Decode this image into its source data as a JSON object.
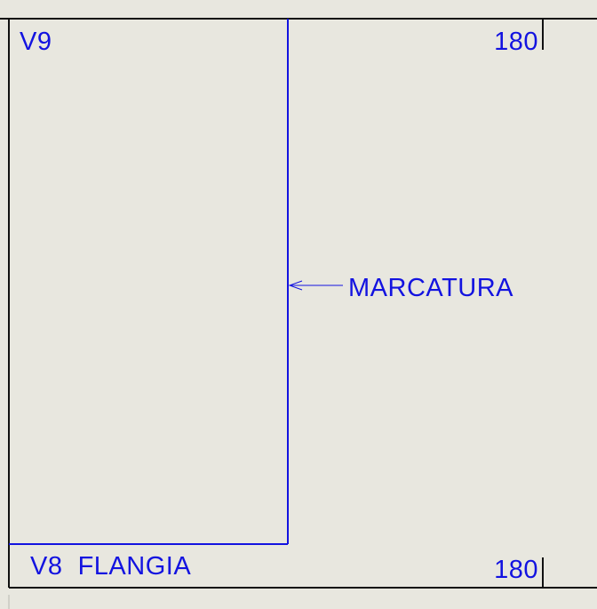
{
  "drawing": {
    "labels": {
      "top_left": "V9",
      "top_right": "180",
      "callout": "MARCATURA",
      "bottom_left": "V8  FLANGIA",
      "bottom_right": "180"
    },
    "colors": {
      "background": "#e8e7df",
      "annotation": "#1313e0",
      "frame": "#111111",
      "faint_line": "#b9b9b2"
    }
  }
}
